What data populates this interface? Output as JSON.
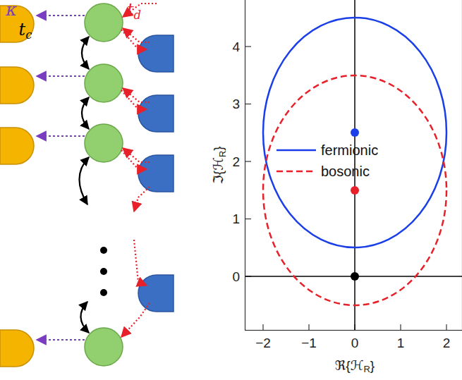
{
  "diagram": {
    "labels": [
      "κ",
      "t",
      "c",
      "t",
      "d",
      "4",
      "3",
      "2",
      "1",
      "0",
      "−2",
      "−1",
      "0",
      "1",
      "2",
      "ℑ{ℋ",
      "R",
      "}",
      "ℜ{ℋ",
      "R",
      "}"
    ],
    "legend": [
      {
        "text": "fermionic"
      },
      {
        "text": "bosonic"
      }
    ]
  }
}
